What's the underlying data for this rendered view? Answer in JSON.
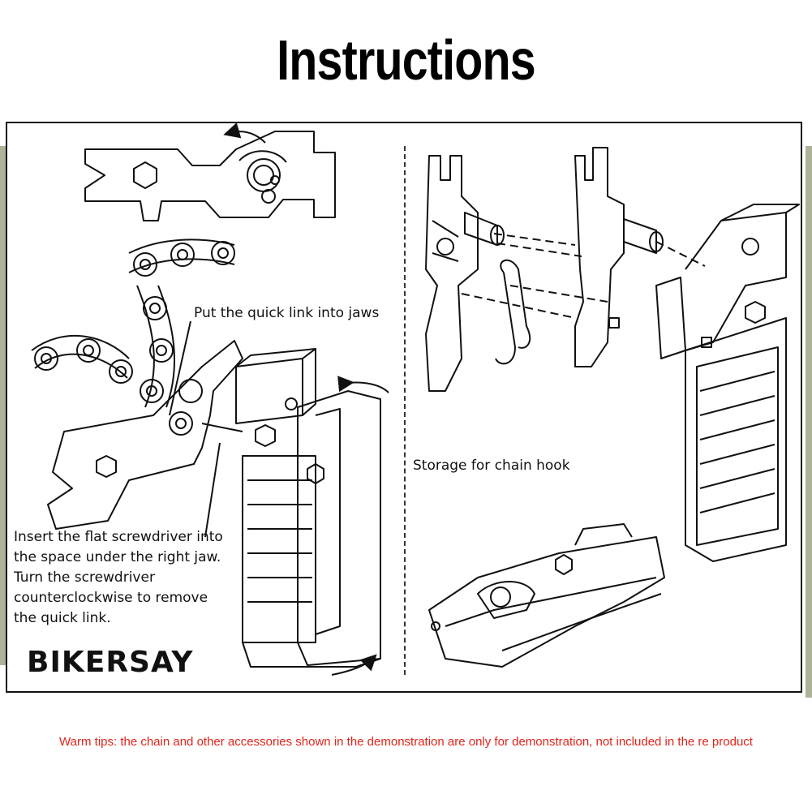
{
  "title": "Instructions",
  "labels": {
    "quick_link_jaws": "Put the quick link into jaws",
    "chain_hook_storage": "Storage for chain hook",
    "screwdriver_lines": [
      "Insert the flat screwdriver into",
      "the space under the right jaw.",
      "Turn the screwdriver",
      "counterclockwise to remove",
      "the quick link."
    ]
  },
  "brand": "BIKERSAY",
  "warm_tips": "Warm tips: the chain and other accessories shown in the demonstration are only for demonstration, not included in the re product",
  "colors": {
    "tips_text": "#e0241b",
    "line_art": "#111111"
  }
}
